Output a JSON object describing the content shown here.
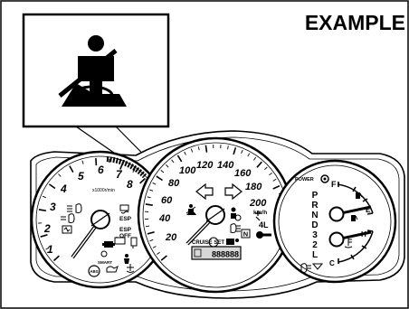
{
  "header": {
    "label": "EXAMPLE"
  },
  "callout": {
    "icon": "seatbelt-reminder-icon"
  },
  "tachometer": {
    "scale": [
      "1",
      "2",
      "3",
      "4",
      "5",
      "6",
      "7",
      "8"
    ],
    "unit": "x1000r/min",
    "indicators": {
      "esp": "ESP",
      "esp_off_line1": "ESP",
      "esp_off_line2": "OFF",
      "smart": "SMART",
      "abs": "ABS"
    }
  },
  "speedometer": {
    "scale": [
      "20",
      "40",
      "60",
      "80",
      "100",
      "120",
      "140",
      "160",
      "180",
      "200"
    ],
    "unit": "km/h",
    "drive_mode": "4L",
    "gear_indicator": "N",
    "cruise_label": "CRUISE SET",
    "odometer": "888888"
  },
  "right_gauge": {
    "power_label": "POWER",
    "gear_positions": [
      "P",
      "R",
      "N",
      "D",
      "3",
      "2",
      "L"
    ],
    "fuel_full": "F",
    "fuel_empty": "E",
    "temp_hot": "H",
    "temp_cold": "C"
  },
  "colors": {
    "ink": "#000000",
    "paper": "#ffffff",
    "shade": "#d8d8d8"
  }
}
